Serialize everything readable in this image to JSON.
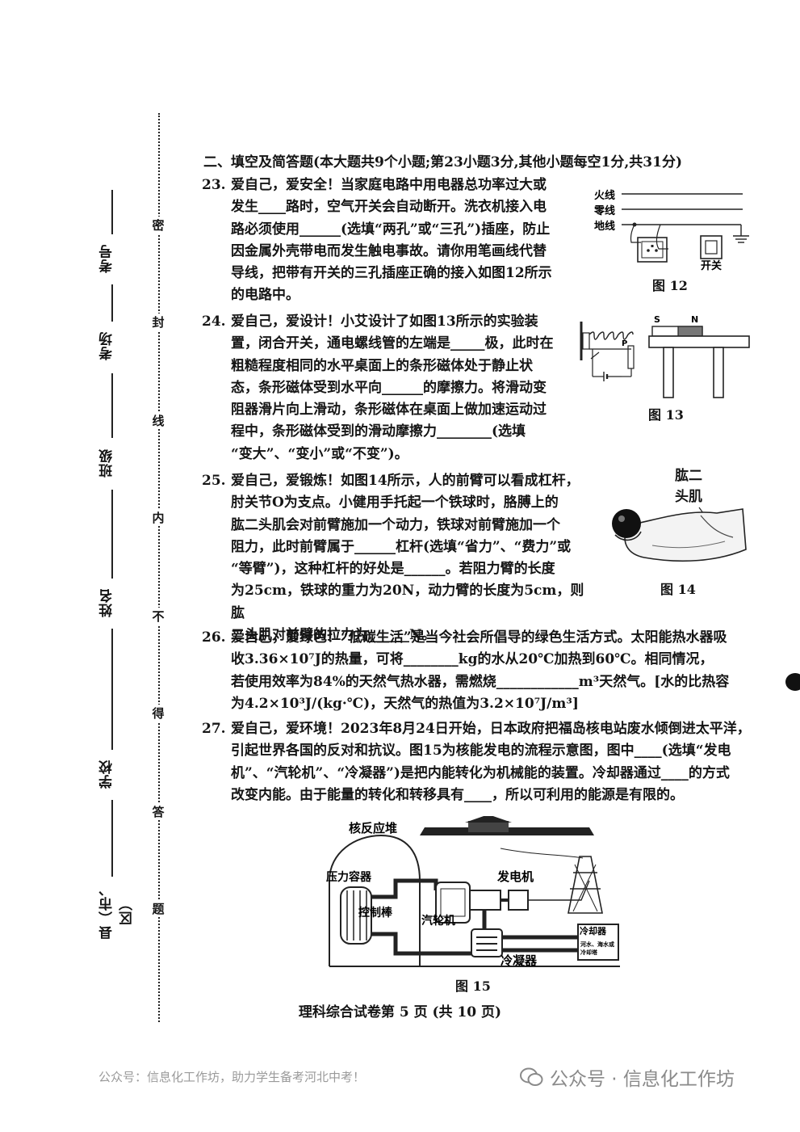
{
  "side_labels": [
    "考号",
    "考场",
    "班级",
    "姓名",
    "学校",
    "县（市、区）"
  ],
  "seal_chars": [
    "密",
    "封",
    "线",
    "内",
    "不",
    "得",
    "答",
    "题"
  ],
  "section_title": "二、填空及简答题(本大题共9个小题;第23小题3分,其他小题每空1分,共31分)",
  "questions": [
    {
      "num": "23.",
      "lines": [
        "爱自己，爱安全！当家庭电路中用电器总功率过大或",
        "发生____路时，空气开关会自动断开。洗衣机接入电",
        "路必须使用______(选填“两孔”或“三孔”)插座，防止",
        "因金属外壳带电而发生触电事故。请你用笔画线代替",
        "导线，把带有开关的三孔插座正确的接入如图12所示",
        "的电路中。"
      ]
    },
    {
      "num": "24.",
      "lines": [
        "爱自己，爱设计！小艾设计了如图13所示的实验装",
        "置，闭合开关，通电螺线管的左端是_____极，此时在",
        "粗糙程度相同的水平桌面上的条形磁体处于静止状",
        "态，条形磁体受到水平向______的摩擦力。将滑动变",
        "阻器滑片向上滑动，条形磁体在桌面上做加速运动过",
        "程中，条形磁体受到的滑动摩擦力________(选填",
        "“变大”、“变小”或“不变”)。"
      ]
    },
    {
      "num": "25.",
      "lines": [
        "爱自己，爱锻炼！如图14所示，人的前臂可以看成杠杆，",
        "肘关节O为支点。小健用手托起一个铁球时，胳膊上的",
        "肱二头肌会对前臂施加一个动力，铁球对前臂施加一个",
        "阻力，此时前臂属于______杠杆(选填“省力”、“费力”或",
        "“等臂”)，这种杠杆的好处是______。若阻力臂的长度",
        "为25cm，铁球的重力为20N，动力臂的长度为5cm，则肱",
        "二头肌对前臂的拉力为______N。"
      ]
    },
    {
      "num": "26.",
      "lines": [
        "爱自己，爱绿色！“低碳生活”是当今社会所倡导的绿色生活方式。太阳能热水器吸",
        "收3.36×10⁷J的热量，可将________kg的水从20℃加热到60℃。相同情况，",
        "若使用效率为84%的天然气热水器，需燃烧____________m³天然气。[水的比热容",
        "为4.2×10³J/(kg·℃)，天然气的热值为3.2×10⁷J/m³]"
      ]
    },
    {
      "num": "27.",
      "lines": [
        "爱自己，爱环境！2023年8月24日开始，日本政府把福岛核电站废水倾倒进太平洋，",
        "引起世界各国的反对和抗议。图15为核能发电的流程示意图，图中____(选填“发电",
        "机”、“汽轮机”、“冷凝器”)是把内能转化为机械能的装置。冷却器通过____的方式",
        "改变内能。由于能量的转化和转移具有____，所以可利用的能源是有限的。"
      ]
    }
  ],
  "fig12": {
    "caption": "图 12",
    "wires": [
      "火线",
      "零线",
      "地线"
    ],
    "switch_label": "开关"
  },
  "fig13": {
    "caption": "图 13",
    "pole_s": "S",
    "pole_n": "N",
    "p_label": "P"
  },
  "fig14": {
    "caption": "图 14",
    "muscle_label_1": "肱二",
    "muscle_label_2": "头肌"
  },
  "fig15": {
    "caption": "图 15",
    "labels": {
      "reactor": "核反应堆",
      "vessel": "压力容器",
      "generator": "发电机",
      "rods": "控制棒",
      "turbine": "汽轮机",
      "cooler": "冷却器",
      "condenser": "冷凝器",
      "cooling_water_1": "河水、海水或",
      "cooling_water_2": "冷却塔"
    }
  },
  "footer": "理科综合试卷第 5 页 (共 10 页)",
  "watermark_left": "公众号：信息化工作坊，助力学生备考河北中考！",
  "watermark_right": "公众号 · 信息化工作坊"
}
